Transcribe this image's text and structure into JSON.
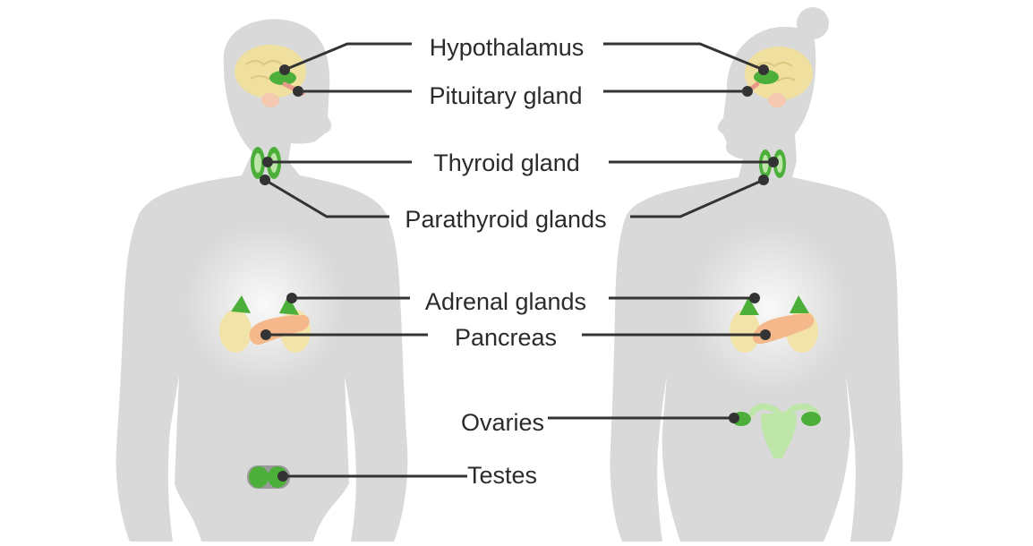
{
  "labels": {
    "hypothalamus": "Hypothalamus",
    "pituitary": "Pituitary gland",
    "thyroid": "Thyroid gland",
    "parathyroid": "Parathyroid glands",
    "adrenal": "Adrenal glands",
    "pancreas": "Pancreas",
    "ovaries": "Ovaries",
    "testes": "Testes"
  },
  "colors": {
    "silhouette": "#d9d9d9",
    "brain": "#efe0a0",
    "gland_green": "#4caf3a",
    "gland_light_green": "#bde6a8",
    "pancreas": "#f5b88a",
    "kidney": "#f2e3a8",
    "leader_line": "#333333",
    "text": "#2b2b2b"
  }
}
